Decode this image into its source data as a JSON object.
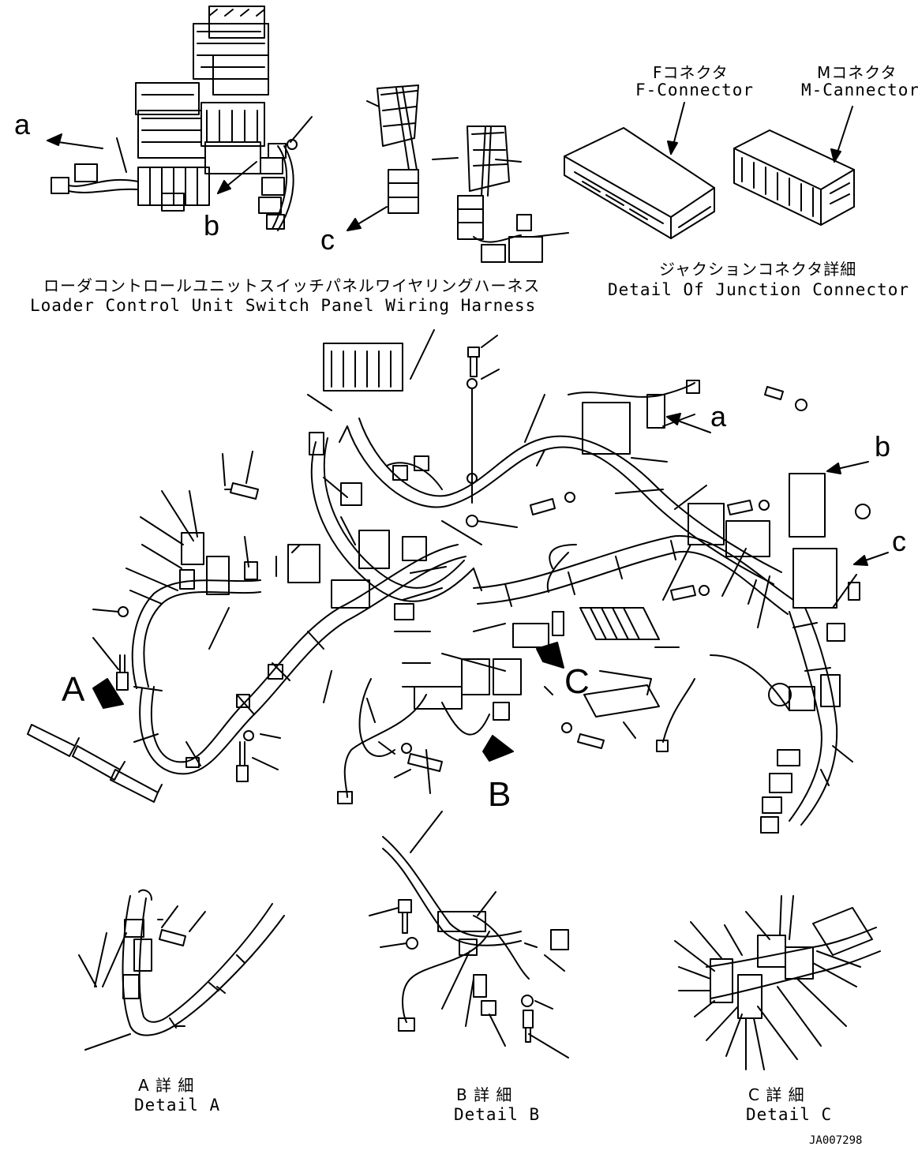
{
  "labels": {
    "f_connector_jp": "Fコネクタ",
    "f_connector_en": "F-Connector",
    "m_connector_jp": "Mコネクタ",
    "m_connector_en": "M-Cannector",
    "junction_jp": "ジャクションコネクタ詳細",
    "junction_en": "Detail Of Junction Connector",
    "harness_jp": "ローダコントロールユニットスイッチパネルワイヤリングハーネス",
    "harness_en": "Loader Control Unit Switch Panel Wiring Harness",
    "detail_a_jp": "A 詳 細",
    "detail_a_en": "Detail A",
    "detail_b_jp": "B 詳 細",
    "detail_b_en": "Detail B",
    "detail_c_jp": "C 詳 細",
    "detail_c_en": "Detail C",
    "drawing_code": "JA007298"
  },
  "letters": {
    "small_a_top": "a",
    "small_b_top": "b",
    "small_c_top": "c",
    "small_a_right": "a",
    "small_b_right": "b",
    "small_c_right": "c",
    "big_A": "A",
    "big_B": "B",
    "big_C": "C"
  },
  "colors": {
    "ink": "#000000",
    "paper": "#ffffff"
  }
}
